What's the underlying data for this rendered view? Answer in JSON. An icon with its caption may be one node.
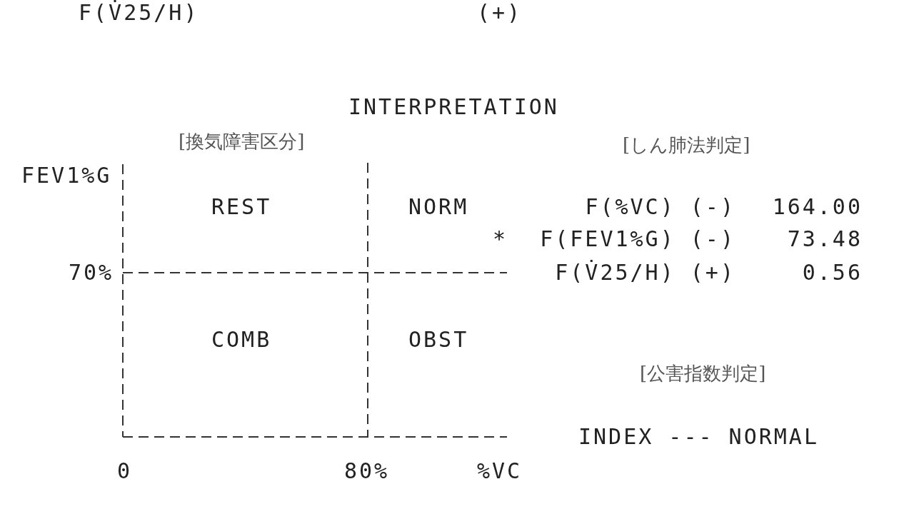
{
  "diagram": {
    "title": "INTERPRETATION",
    "labels": [
      "F(V̇25/H)",
      "(+)",
      "[換気障害区分]",
      "[しん肺法判定]",
      "FEV1%G",
      "REST",
      "NORM",
      "F(%VC) (-)",
      "164.00",
      "*",
      "F(FEV1%G) (-)",
      "73.48",
      "70%",
      "F(V̇25/H) (+)",
      "0.56",
      "COMB",
      "OBST",
      "[公害指数判定]",
      "INDEX --- NORMAL",
      "0",
      "80%",
      "%VC"
    ]
  }
}
